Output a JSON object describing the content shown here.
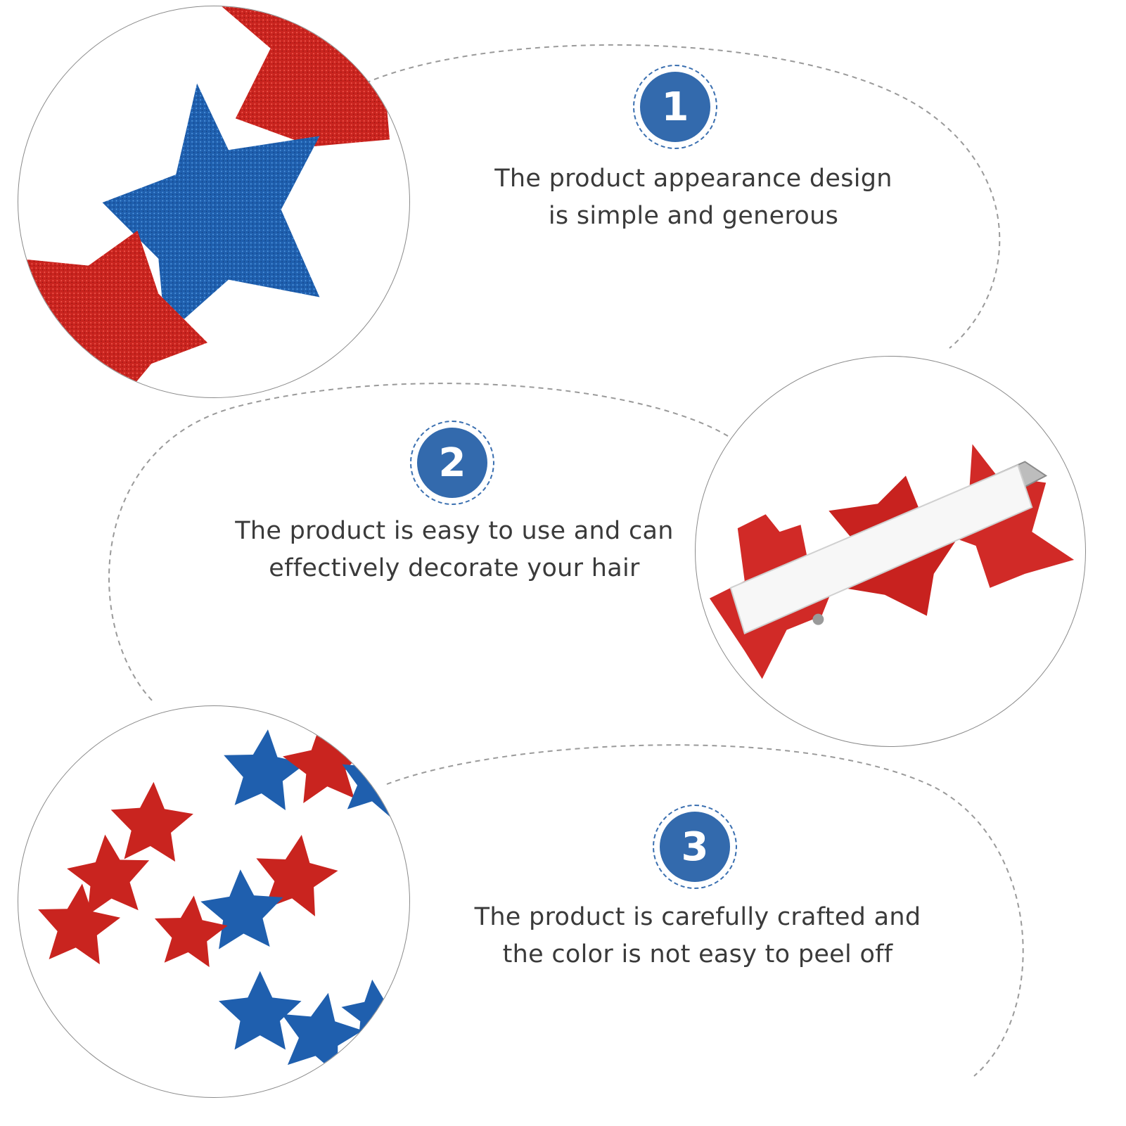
{
  "colors": {
    "accent": "#336aad",
    "badge_border": "#3a6fb0",
    "text": "#3a3a3a",
    "dashed_line": "#9a9a9a",
    "glitter_red": "#c9241f",
    "glitter_blue": "#1f5fae",
    "felt_red": "#d12a27"
  },
  "features": [
    {
      "number": "1",
      "line1": "The product appearance design",
      "line2": "is simple and generous",
      "photo": "glitter-star-closeup"
    },
    {
      "number": "2",
      "line1": "The product is easy to use and can",
      "line2": "effectively decorate your hair",
      "photo": "felt-star-clip-back"
    },
    {
      "number": "3",
      "line1": "The product is carefully crafted and",
      "line2": "the color is not easy to peel off",
      "photo": "glitter-star-clips-assorted"
    }
  ]
}
